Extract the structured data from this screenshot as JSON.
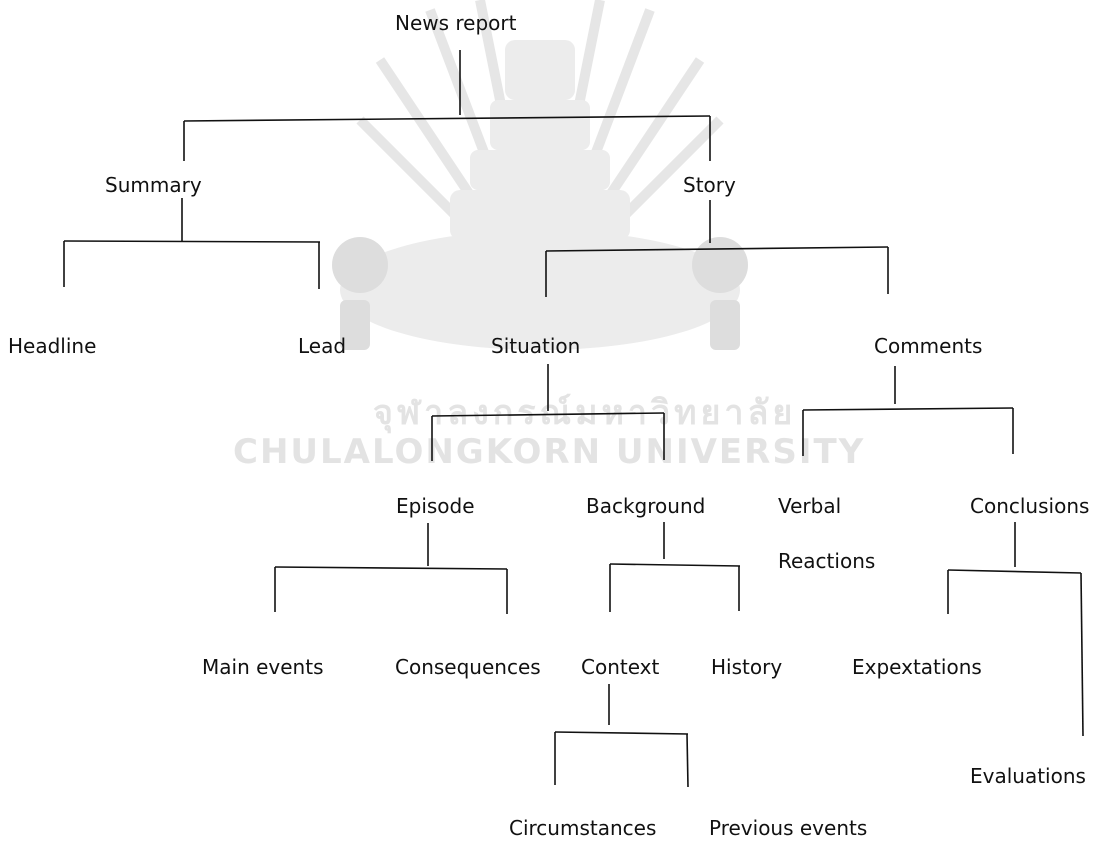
{
  "watermark": {
    "line1": "จุฬาลงกรณ์มหาวิทยาลัย",
    "line2": "CHULALONGKORN UNIVERSITY"
  },
  "nodes": {
    "news_report": "News report",
    "summary": "Summary",
    "story": "Story",
    "headline": "Headline",
    "lead": "Lead",
    "situation": "Situation",
    "comments": "Comments",
    "episode": "Episode",
    "background": "Background",
    "verbal": "Verbal",
    "reactions": "Reactions",
    "conclusions": "Conclusions",
    "main_events": "Main events",
    "consequences": "Consequences",
    "context": "Context",
    "history": "History",
    "expextations": "Expextations",
    "evaluations": "Evaluations",
    "circumstances": "Circumstances",
    "previous_events": "Previous events"
  }
}
